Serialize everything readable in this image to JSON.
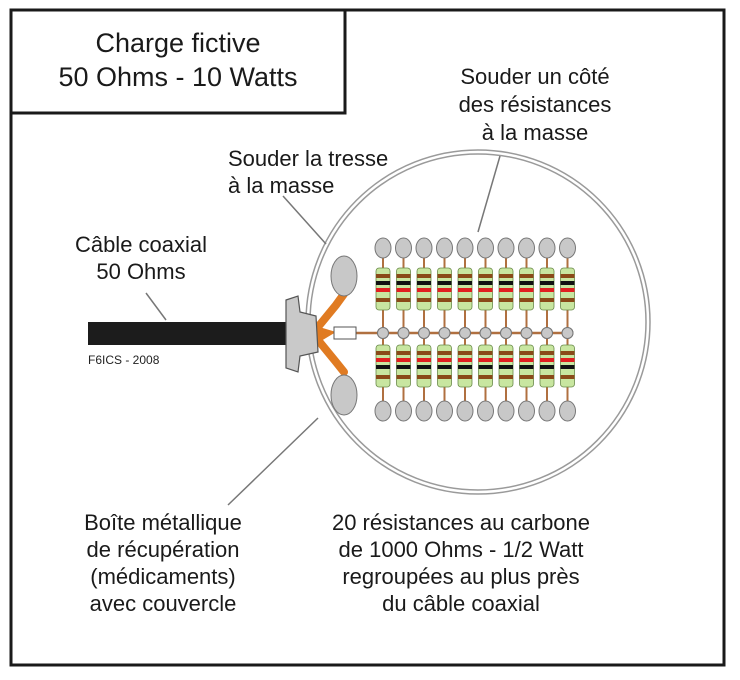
{
  "title": {
    "line1": "Charge fictive",
    "line2": "50 Ohms - 10 Watts"
  },
  "labels": {
    "solder_resistors": [
      "Souder un côté",
      "des résistances",
      "à la masse"
    ],
    "solder_braid": [
      "Souder la tresse",
      "à la masse"
    ],
    "coax_cable": [
      "Câble coaxial",
      "50 Ohms"
    ],
    "metal_box": [
      "Boîte métallique",
      "de récupération",
      "(médicaments)",
      "avec couvercle"
    ],
    "resistors_desc": [
      "20 résistances au carbone",
      "de 1000 Ohms - 1/2 Watt",
      "regroupées au plus près",
      "du câble coaxial"
    ]
  },
  "credit": "F6ICS - 2008",
  "resistors": {
    "count": 20,
    "per_row": 10,
    "value": "1000 Ohms",
    "power": "1/2 Watt"
  },
  "colors": {
    "frame": "#1a1a1a",
    "cable": "#1c1c1c",
    "braid": "#e07b22",
    "connector": "#c9c9c9",
    "pad": "#c8c8c8",
    "resistor_body": "#c8e6a0",
    "band_brown": "#8a4a18",
    "band_black": "#111111",
    "band_red": "#e02020",
    "lead": "#b07040"
  }
}
